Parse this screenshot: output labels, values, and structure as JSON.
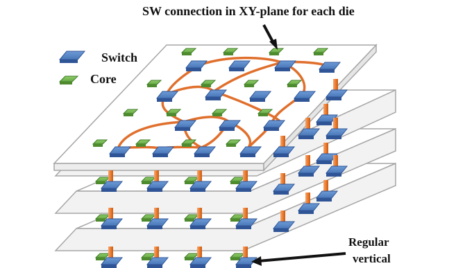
{
  "title": "SW connection in XY-plane for each die",
  "legend": {
    "switch_label": "Switch",
    "core_label": "Core"
  },
  "annotation_vertical": {
    "line1": "Regular",
    "line2": "vertical"
  },
  "colors": {
    "switch": "#4f81bd",
    "core": "#70ad47",
    "link": "#e06f2c",
    "tsv": "#ed7d31",
    "die_edge": "#a6a6a6"
  }
}
